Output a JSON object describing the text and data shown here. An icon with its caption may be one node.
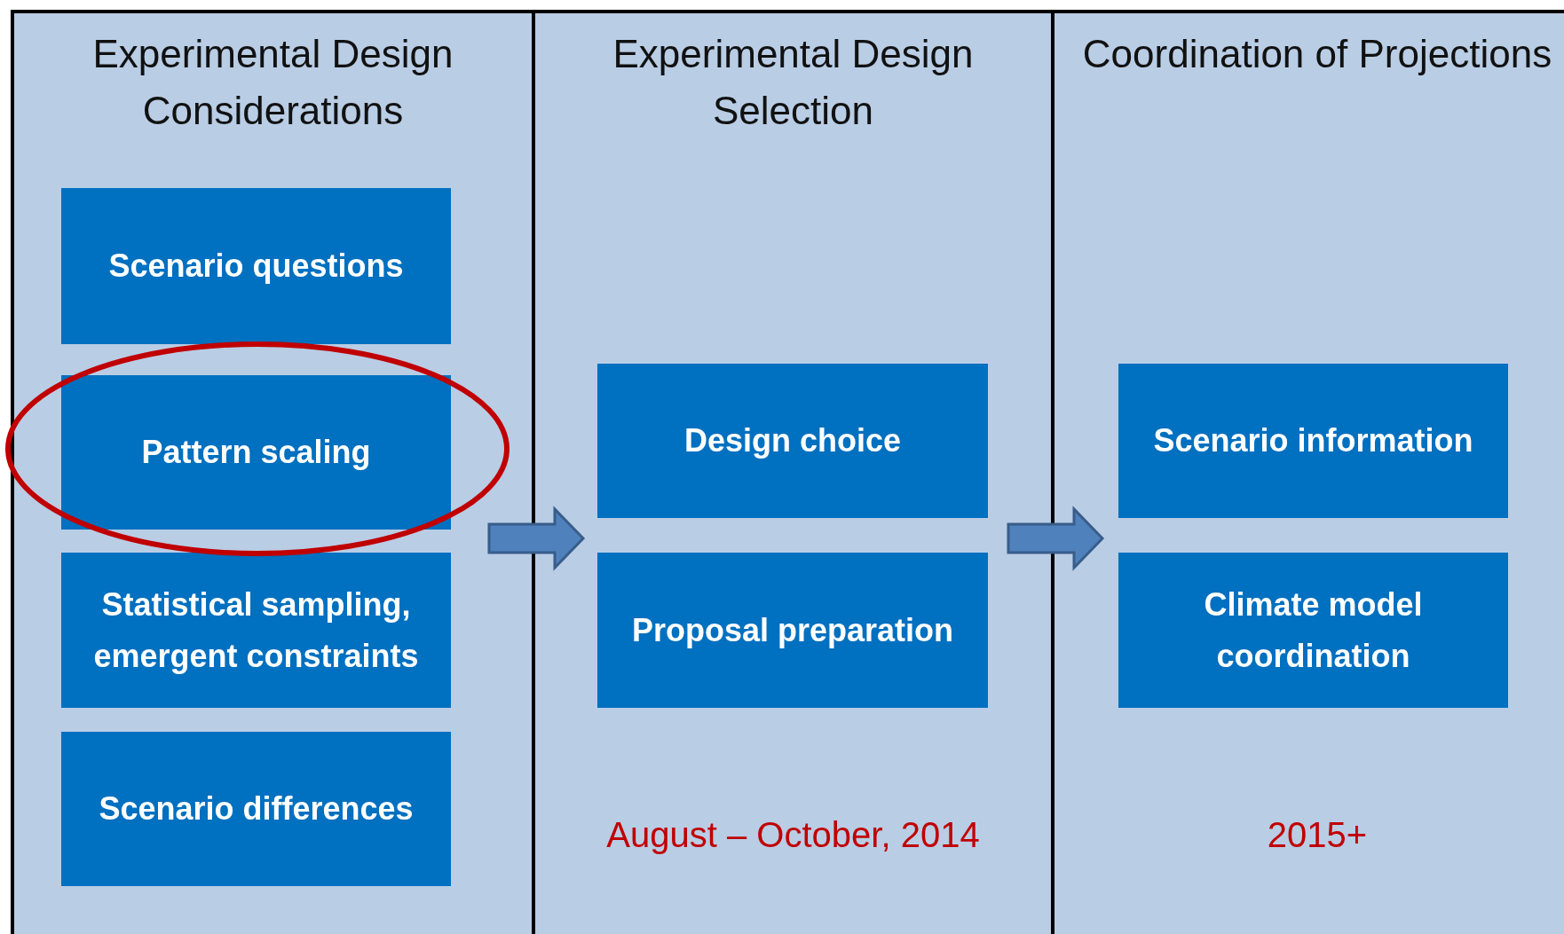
{
  "diagram": {
    "nodes": [
      {
        "text": [
          "Experimental Design Considerations"
        ]
      },
      {
        "text": [
          "Scenario questions"
        ],
        "in": 0
      },
      {
        "text": [
          "Pattern scaling"
        ],
        "in": 0
      },
      {
        "text": [
          "Statistical sampling, emergent constraints"
        ],
        "in": 0
      },
      {
        "text": [
          "Scenario differences"
        ],
        "in": 0
      },
      {
        "text": [
          "Experimental Design Selection",
          "August – October, 2014"
        ]
      },
      {
        "text": [
          "Design choice"
        ],
        "in": 5
      },
      {
        "text": [
          "Proposal preparation"
        ],
        "in": 5
      },
      {
        "text": [
          "Coordination of Projections",
          "2015+"
        ]
      },
      {
        "text": [
          "Scenario information"
        ],
        "in": 8
      },
      {
        "text": [
          "Climate model coordination"
        ],
        "in": 8
      }
    ],
    "edges": [
      {
        "from": 0,
        "to": 5,
        "arrow": "to",
        "style": "thick"
      },
      {
        "from": 5,
        "to": 8,
        "arrow": "to",
        "style": "thick"
      }
    ]
  }
}
